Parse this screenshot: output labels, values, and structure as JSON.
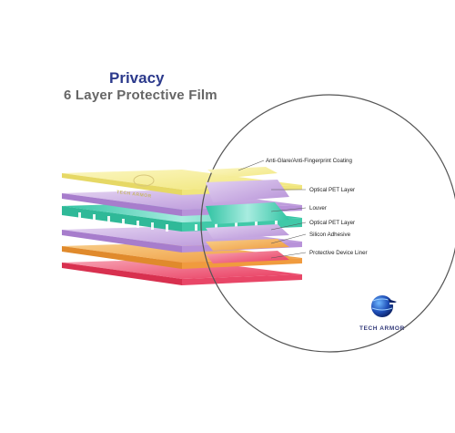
{
  "header": {
    "title": "Privacy",
    "subtitle": "6 Layer Protective Film"
  },
  "layers": [
    {
      "label": "Anti-Glare/Anti-Fingerprint Coating",
      "color": "#f6ee94"
    },
    {
      "label": "Optical PET Layer",
      "color": "#c9aee0"
    },
    {
      "label": "Louver",
      "color": "#3fcaaa"
    },
    {
      "label": "Optical PET Layer",
      "color": "#c9aee0"
    },
    {
      "label": "Silicon Adhesive",
      "color": "#f2a84e"
    },
    {
      "label": "Protective Device Liner",
      "color": "#ef4f6f"
    }
  ],
  "brand": {
    "name": "TECH ARMOR",
    "watermark": "TECH ARMOR",
    "logo_icon": "globe-logo-icon"
  },
  "colors": {
    "title": "#2c3a8c",
    "subtitle": "#666666",
    "circle": "#555555"
  }
}
